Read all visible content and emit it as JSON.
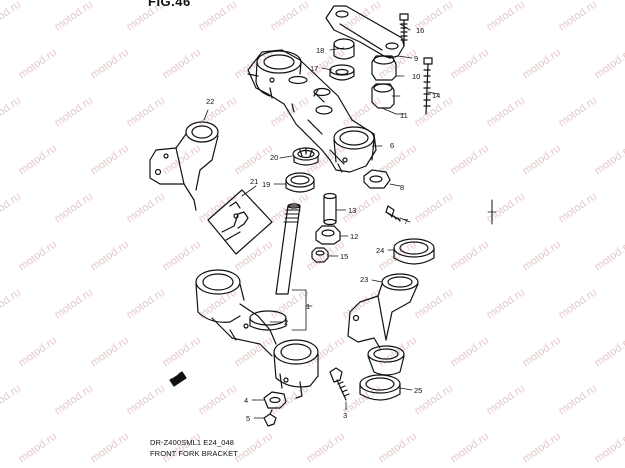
{
  "diagram": {
    "figure_label": "FIG.46",
    "code": "DR-Z400SML1 E24_048",
    "caption": "FRONT FORK BRACKET",
    "watermark": "motod.ru",
    "callouts": [
      "1",
      "2",
      "3",
      "4",
      "5",
      "6",
      "7",
      "8",
      "9",
      "10",
      "11",
      "12",
      "13",
      "14",
      "15",
      "16",
      "17",
      "18",
      "19",
      "20",
      "21",
      "22",
      "23",
      "24",
      "25"
    ]
  }
}
